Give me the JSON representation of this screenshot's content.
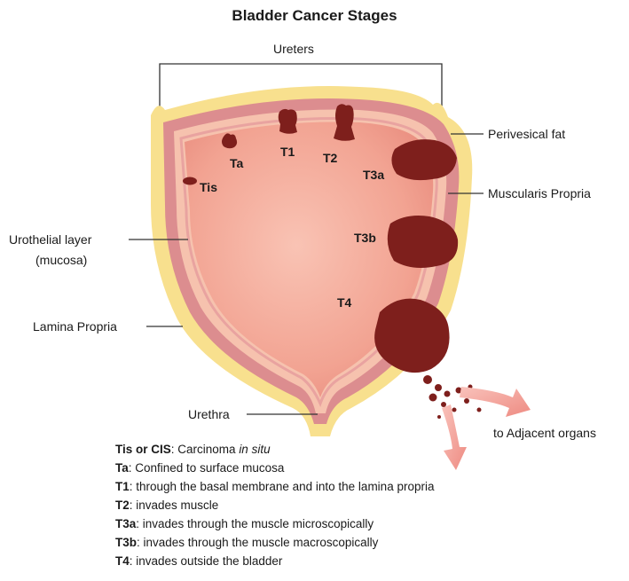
{
  "title": "Bladder Cancer Stages",
  "labels": {
    "ureters": "Ureters",
    "perivesical_fat": "Perivesical fat",
    "muscularis_propria": "Muscularis Propria",
    "urothelial_layer": "Urothelial layer",
    "mucosa": "(mucosa)",
    "lamina_propria": "Lamina Propria",
    "urethra": "Urethra",
    "adjacent_organs": "to Adjacent organs"
  },
  "stages": {
    "tis": "Tis",
    "ta": "Ta",
    "t1": "T1",
    "t2": "T2",
    "t3a": "T3a",
    "t3b": "T3b",
    "t4": "T4"
  },
  "legend": [
    {
      "term": "Tis or CIS",
      "text": ": Carcinoma ",
      "italic": "in situ"
    },
    {
      "term": "Ta",
      "text": ": Confined to surface mucosa",
      "italic": ""
    },
    {
      "term": "T1",
      "text": ": through the basal membrane and into the lamina propria",
      "italic": ""
    },
    {
      "term": "T2",
      "text": ": invades muscle",
      "italic": ""
    },
    {
      "term": "T3a",
      "text": ": invades through the muscle microscopically",
      "italic": ""
    },
    {
      "term": "T3b",
      "text": ": invades through the muscle macroscopically",
      "italic": ""
    },
    {
      "term": "T4",
      "text": ": invades outside the bladder",
      "italic": ""
    }
  ],
  "colors": {
    "fat": "#f8e08e",
    "muscle": "#d98a8d",
    "lamina": "#f6c2ae",
    "mucosa_line": "#e9a3a0",
    "lumen": "#f2a392",
    "tumor": "#7e1f1c",
    "arrow": "#f3a39c"
  }
}
